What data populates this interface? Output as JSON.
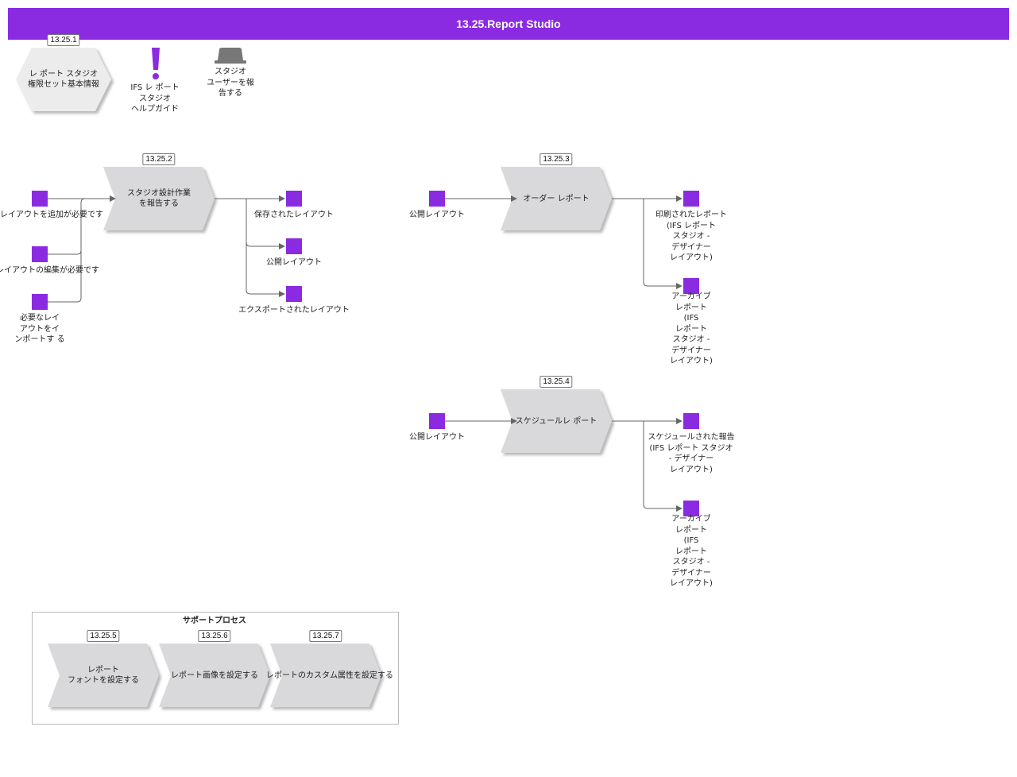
{
  "header": {
    "title": "13.25.Report Studio"
  },
  "colors": {
    "accent": "#8a2be2",
    "shape_fill": "#d9d9db",
    "hex_fill": "#ececec",
    "icon_gray": "#777777"
  },
  "top": {
    "hex": {
      "tag": "13.25.1",
      "text": "レ ポート スタジオ\n権限セット基本情報"
    },
    "help": {
      "icon": "exclamation-icon",
      "text": "IFS レ ポート\nスタジオ\nヘルプガイド"
    },
    "user": {
      "icon": "hat-icon",
      "text": "スタジオ\nユーザーを報\n告する"
    }
  },
  "p2": {
    "tag": "13.25.2",
    "text": "スタジオ設計作業\nを報告する",
    "inputs": [
      "レイアウトを追加が必要です",
      "レイアウトの編集が必要です",
      "必要なレイ\nアウトをイ\nンポートす る"
    ],
    "outputs": [
      "保存されたレイアウト",
      "公開レイアウト",
      "エクスポートされたレイアウト"
    ]
  },
  "p3": {
    "tag": "13.25.3",
    "text": "オーダー レポート",
    "input": "公開レイアウト",
    "outputs": [
      "印刷されたレポート\n(IFS レポート\nスタジオ -\nデザイナー\nレイアウト)",
      "アーカイブ\nレポート\n(IFS\nレポート\nスタジオ -\nデザイナー\nレイアウト)"
    ]
  },
  "p4": {
    "tag": "13.25.4",
    "text": "スケジュールレ ポート",
    "input": "公開レイアウト",
    "outputs": [
      "スケジュールされた報告\n(IFS レポート スタジオ\n- デザイナー\nレイアウト)",
      "アーカイブ\nレポート\n(IFS\nレポート\nスタジオ -\nデザイナー\nレイアウト)"
    ]
  },
  "support": {
    "title": "サポートプロセス",
    "items": [
      {
        "tag": "13.25.5",
        "text": "レポート\nフォントを設定する"
      },
      {
        "tag": "13.25.6",
        "text": "レポート画像を設定する"
      },
      {
        "tag": "13.25.7",
        "text": "レポートのカスタム属性を設定する"
      }
    ]
  }
}
